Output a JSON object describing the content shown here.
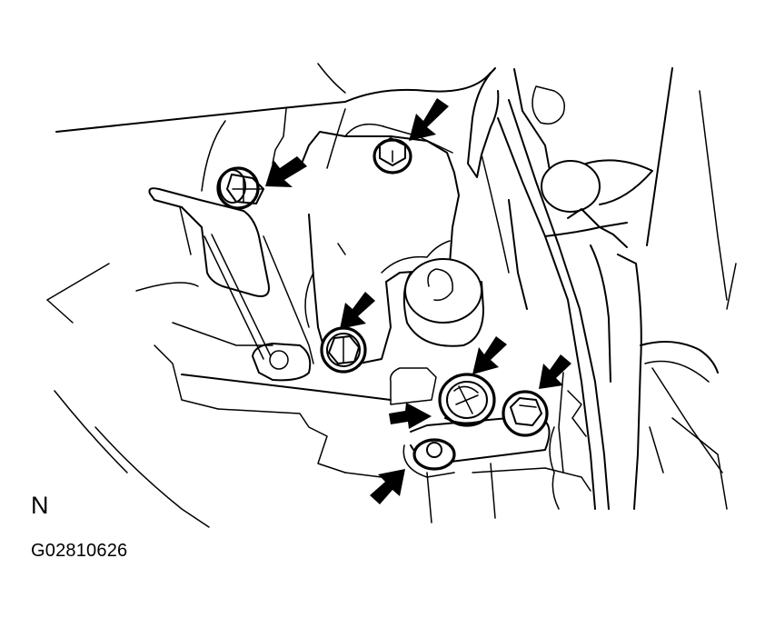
{
  "figure": {
    "view_label": "N",
    "figure_code": "G02810626",
    "colors": {
      "line": "#000000",
      "background": "#ffffff"
    }
  },
  "arrows": [
    {
      "id": "arrow-1",
      "target": "bolt-top-center",
      "direction": "down-left"
    },
    {
      "id": "arrow-2",
      "target": "bolt-upper-left",
      "direction": "down-left"
    },
    {
      "id": "arrow-3",
      "target": "bolt-center-lower",
      "direction": "down-left"
    },
    {
      "id": "arrow-4",
      "target": "bolt-stacked-center",
      "direction": "down-left"
    },
    {
      "id": "arrow-5",
      "target": "bolt-right",
      "direction": "down-left"
    },
    {
      "id": "arrow-6",
      "target": "bolt-stacked-center",
      "direction": "right"
    },
    {
      "id": "arrow-7",
      "target": "bolt-link-lower",
      "direction": "up-right"
    }
  ],
  "bolts": [
    {
      "id": "bolt-top-center"
    },
    {
      "id": "bolt-upper-left"
    },
    {
      "id": "bolt-center-lower"
    },
    {
      "id": "bolt-stacked-center"
    },
    {
      "id": "bolt-right"
    },
    {
      "id": "bolt-link-lower"
    }
  ]
}
